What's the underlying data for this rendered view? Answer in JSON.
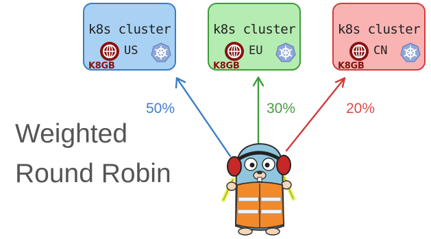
{
  "clusters": [
    {
      "title": "k8s cluster",
      "region": "US",
      "brand": "K8GB",
      "border": "#3a7cc4",
      "fill": "#a9d1f3"
    },
    {
      "title": "k8s cluster",
      "region": "EU",
      "brand": "K8GB",
      "border": "#3f9b3b",
      "fill": "#b5ecb1"
    },
    {
      "title": "k8s cluster",
      "region": "CN",
      "brand": "K8GB",
      "border": "#d23a3a",
      "fill": "#fab3b3"
    }
  ],
  "weights": [
    "50%",
    "30%",
    "20%"
  ],
  "label": {
    "line1": "Weighted",
    "line2": "Round Robin"
  },
  "colors": {
    "us": "#3f7fce",
    "eu": "#4a9a44",
    "cn": "#dc4a4a",
    "brand": "#8b1010"
  },
  "icons": [
    "k8gb-logo-icon",
    "kubernetes-icon",
    "gopher-mascot"
  ]
}
